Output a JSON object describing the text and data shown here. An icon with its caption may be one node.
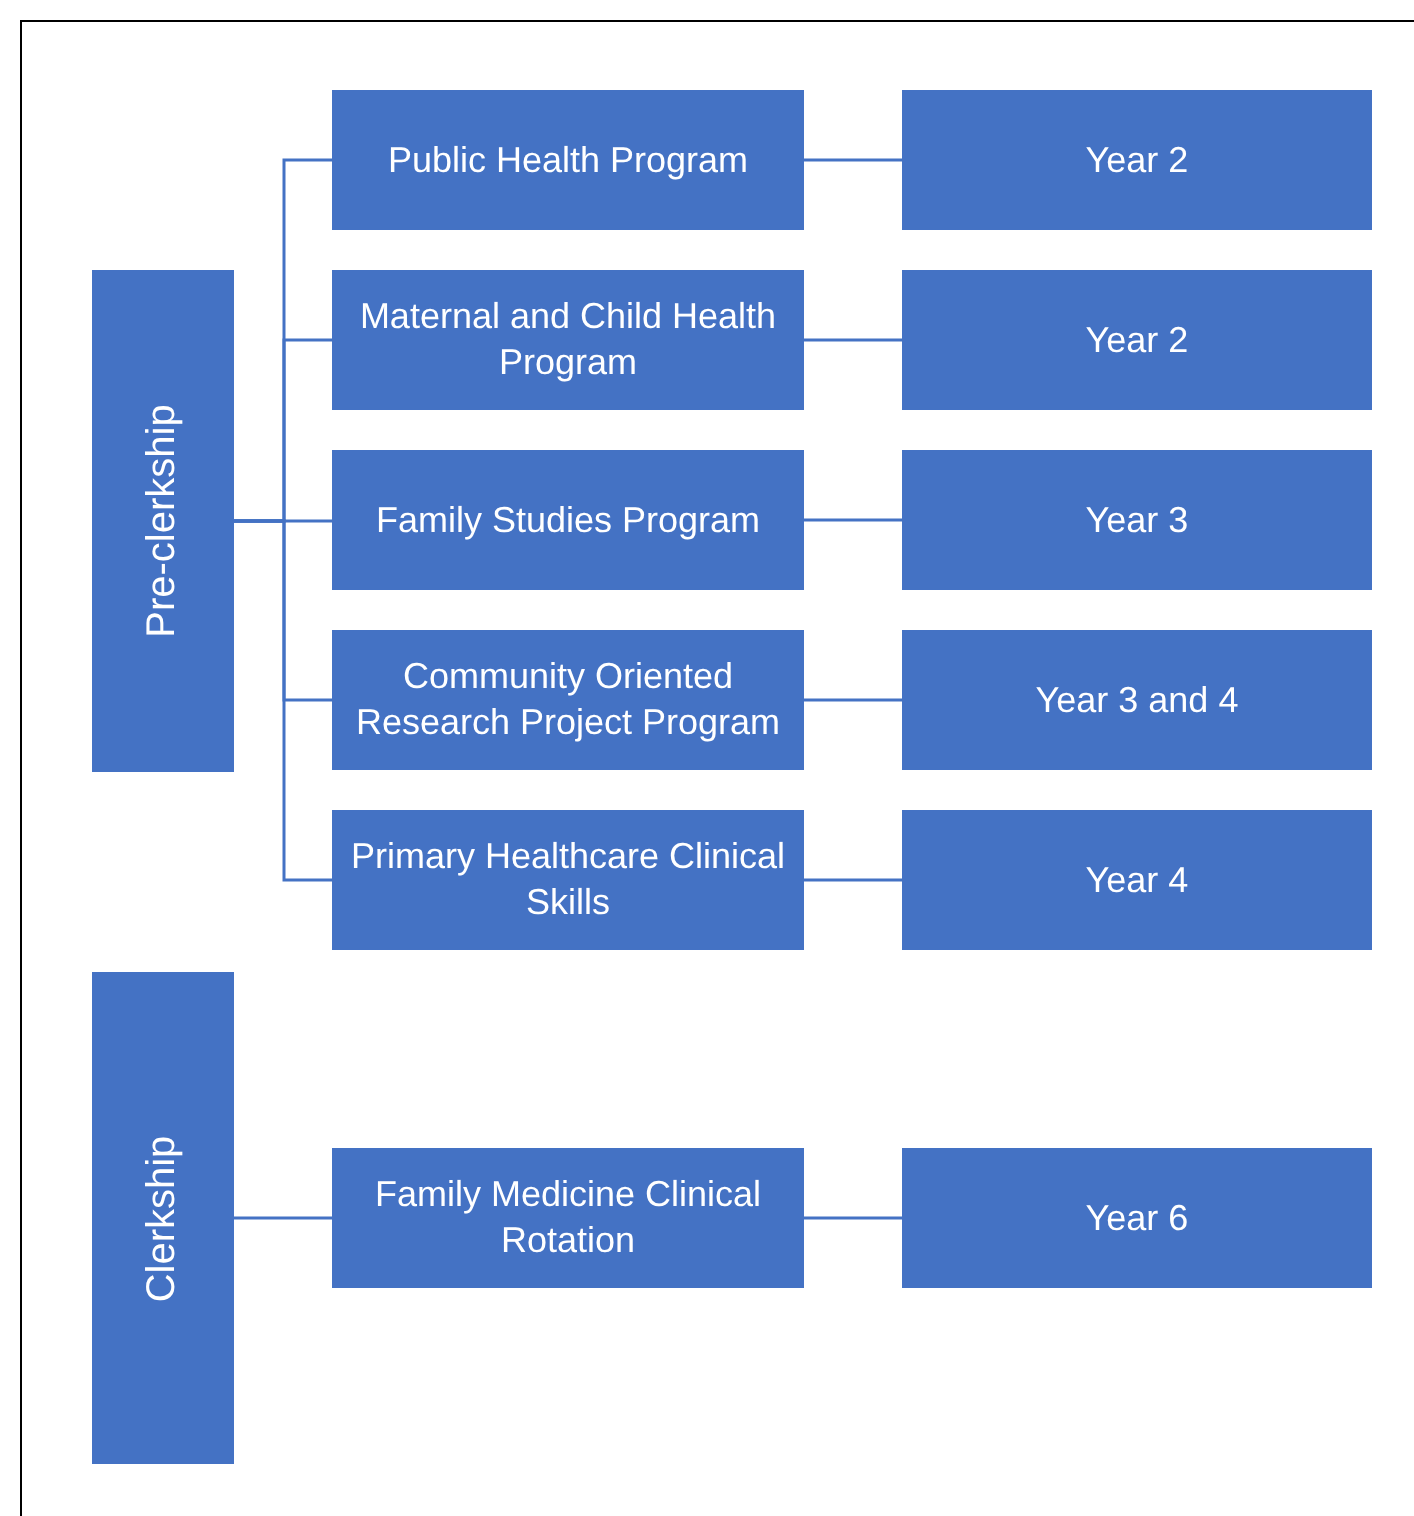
{
  "diagram": {
    "nodes": [
      {
        "text": [
          "Pre-clerkship"
        ]
      },
      {
        "text": [
          "Public Health Program"
        ]
      },
      {
        "text": [
          "Year 2"
        ]
      },
      {
        "text": [
          "Maternal and Child Health Program"
        ]
      },
      {
        "text": [
          "Year 2"
        ]
      },
      {
        "text": [
          "Family Studies Program"
        ]
      },
      {
        "text": [
          "Year 3"
        ]
      },
      {
        "text": [
          "Community Oriented Research Project Program"
        ]
      },
      {
        "text": [
          "Year 3 and 4"
        ]
      },
      {
        "text": [
          "Primary Healthcare Clinical Skills"
        ]
      },
      {
        "text": [
          "Year 4"
        ]
      },
      {
        "text": [
          "Clerkship"
        ]
      },
      {
        "text": [
          "Family Medicine Clinical Rotation"
        ]
      },
      {
        "text": [
          "Year 6"
        ]
      }
    ],
    "edges": [
      {
        "from": 0,
        "to": 1,
        "arrow": "none"
      },
      {
        "from": 0,
        "to": 3,
        "arrow": "none"
      },
      {
        "from": 0,
        "to": 5,
        "arrow": "none"
      },
      {
        "from": 0,
        "to": 7,
        "arrow": "none"
      },
      {
        "from": 0,
        "to": 9,
        "arrow": "none"
      },
      {
        "from": 1,
        "to": 2,
        "arrow": "none"
      },
      {
        "from": 3,
        "to": 4,
        "arrow": "none"
      },
      {
        "from": 5,
        "to": 6,
        "arrow": "none"
      },
      {
        "from": 7,
        "to": 8,
        "arrow": "none"
      },
      {
        "from": 9,
        "to": 10,
        "arrow": "none"
      },
      {
        "from": 11,
        "to": 12,
        "arrow": "none"
      },
      {
        "from": 12,
        "to": 13,
        "arrow": "none"
      }
    ]
  }
}
